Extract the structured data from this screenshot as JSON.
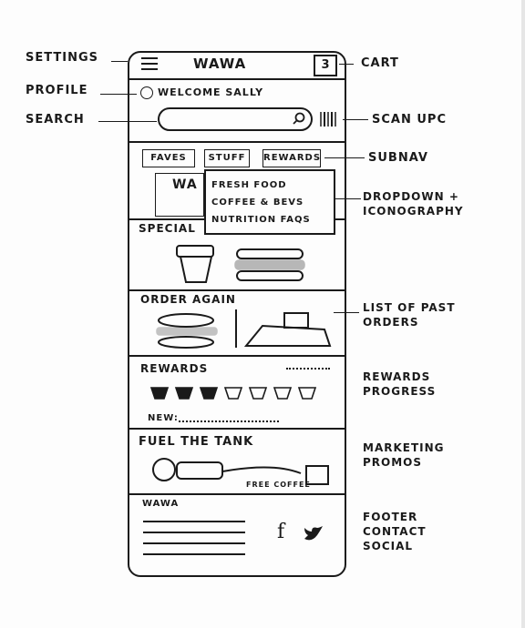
{
  "header": {
    "title": "WAWA",
    "cart_count": "3"
  },
  "profile": {
    "welcome": "WELCOME SALLY"
  },
  "subnav": {
    "tabs": [
      "FAVES",
      "STUFF",
      "REWARDS"
    ]
  },
  "dropdown": {
    "items": [
      "FRESH FOOD",
      "COFFEE & BEVS",
      "NUTRITION FAQS"
    ]
  },
  "banner": {
    "text": "WA"
  },
  "sections": {
    "specials": "SPECIAL",
    "order_again": "ORDER AGAIN",
    "rewards": "REWARDS",
    "rewards_new": "NEW:",
    "fuel": "FUEL THE TANK",
    "free_coffee": "FREE COFFEE",
    "footer_brand": "WAWA",
    "footer_social": [
      "f"
    ]
  },
  "annotations": {
    "left": [
      "SETTINGS",
      "PROFILE",
      "SEARCH"
    ],
    "right": [
      "CART",
      "SCAN UPC",
      "SUBNAV",
      "DROPDOWN + ICONOGRAPHY",
      "LIST OF PAST ORDERS",
      "REWARDS PROGRESS",
      "MARKETING PROMOS",
      "FOOTER CONTACT SOCIAL"
    ]
  },
  "rewards_progress": {
    "filled": 3,
    "total": 7
  }
}
